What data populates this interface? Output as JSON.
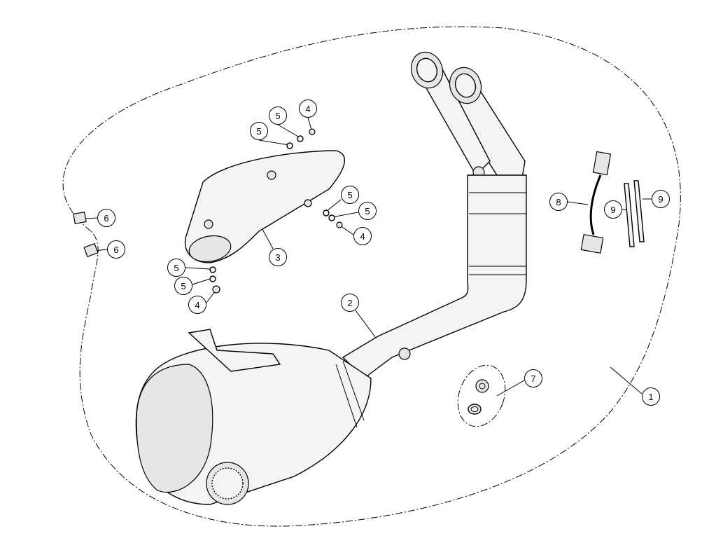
{
  "diagram": {
    "title": "Exhaust system exploded view",
    "callouts": [
      {
        "id": "c4a",
        "label": "4"
      },
      {
        "id": "c5a",
        "label": "5"
      },
      {
        "id": "c5b",
        "label": "5"
      },
      {
        "id": "c6a",
        "label": "6"
      },
      {
        "id": "c6b",
        "label": "6"
      },
      {
        "id": "c5c",
        "label": "5"
      },
      {
        "id": "c5d",
        "label": "5"
      },
      {
        "id": "c4b",
        "label": "4"
      },
      {
        "id": "c3",
        "label": "3"
      },
      {
        "id": "c5e",
        "label": "5"
      },
      {
        "id": "c5f",
        "label": "5"
      },
      {
        "id": "c4c",
        "label": "4"
      },
      {
        "id": "c2",
        "label": "2"
      },
      {
        "id": "c7",
        "label": "7"
      },
      {
        "id": "c1",
        "label": "1"
      },
      {
        "id": "c8",
        "label": "8"
      },
      {
        "id": "c9a",
        "label": "9"
      },
      {
        "id": "c9b",
        "label": "9"
      }
    ]
  }
}
